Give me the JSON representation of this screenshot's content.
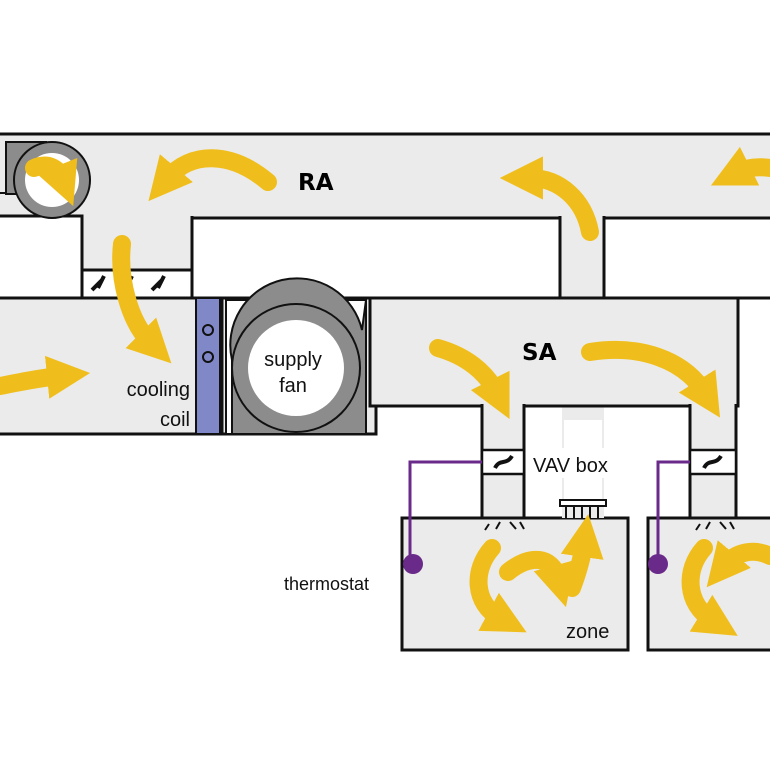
{
  "labels": {
    "return_air": "RA",
    "supply_air": "SA",
    "cooling_coil_line1": "cooling",
    "cooling_coil_line2": "coil",
    "supply_fan_line1": "supply",
    "supply_fan_line2": "fan",
    "vav_box": "VAV box",
    "thermostat": "thermostat",
    "zone": "zone"
  },
  "colors": {
    "air_flow_arrow": "#f0be1c",
    "duct_fill": "#ebebeb",
    "fan_housing": "#8c8c8c",
    "cooling_coil": "#8088c8",
    "thermostat": "#6a2a8a",
    "outline": "#111111"
  },
  "icons": {
    "airflow": "curved-arrow-icon",
    "fan": "fan-housing-icon",
    "damper": "damper-icon",
    "thermostat": "thermostat-sensor-icon",
    "diffuser": "diffuser-icon"
  }
}
